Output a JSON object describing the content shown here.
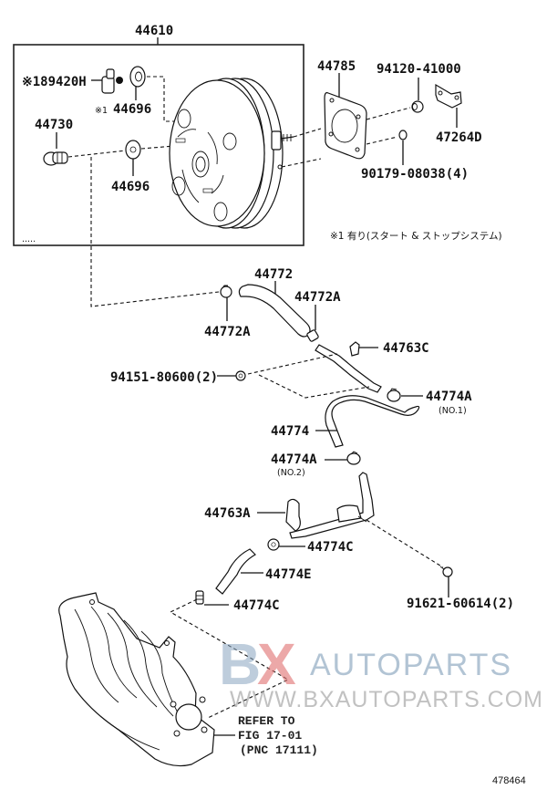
{
  "diagram": {
    "title": "Brake booster vacuum hose parts diagram",
    "figure_id": "478464",
    "note": "※1  有り(スタート & ストップシステム)",
    "refer": {
      "line1": "REFER TO",
      "line2": "FIG 17-01",
      "line3": "(PNC 17111)"
    },
    "parts": {
      "p44610": "44610",
      "p89420H": "※189420H",
      "p44696_top": "※144696",
      "p44730": "44730",
      "p44696": "44696",
      "p44785": "44785",
      "p94120": "94120-41000",
      "p47264D": "47264D",
      "p90179": "90179-08038(4)",
      "p44772": "44772",
      "p44772A_right": "44772A",
      "p44772A_left": "44772A",
      "p44763C": "44763C",
      "p94151": "94151-80600(2)",
      "p44774A_no1": "44774A",
      "p44774A_no1_sub": "(NO.1)",
      "p44774": "44774",
      "p44774A_no2": "44774A",
      "p44774A_no2_sub": "(NO.2)",
      "p44763A": "44763A",
      "p44774C_upper": "44774C",
      "p44774E": "44774E",
      "p44774C_lower": "44774C",
      "p91621": "91621-60614(2)"
    },
    "watermark": {
      "brand_b": "B",
      "brand_x": "X",
      "brand_rest": "AUTOPARTS",
      "url": "WWW.BXAUTOPARTS.COM"
    }
  }
}
